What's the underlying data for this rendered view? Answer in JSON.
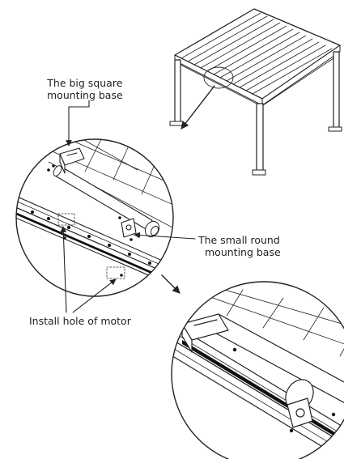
{
  "labels": {
    "big_base_line1": "The big square",
    "big_base_line2": "mounting base",
    "small_base_line1": "The small round",
    "small_base_line2": "mounting base",
    "motor_hole": "Install hole of motor"
  },
  "colors": {
    "line": "#222222",
    "background": "#ffffff",
    "dark_fill": "#111111"
  }
}
